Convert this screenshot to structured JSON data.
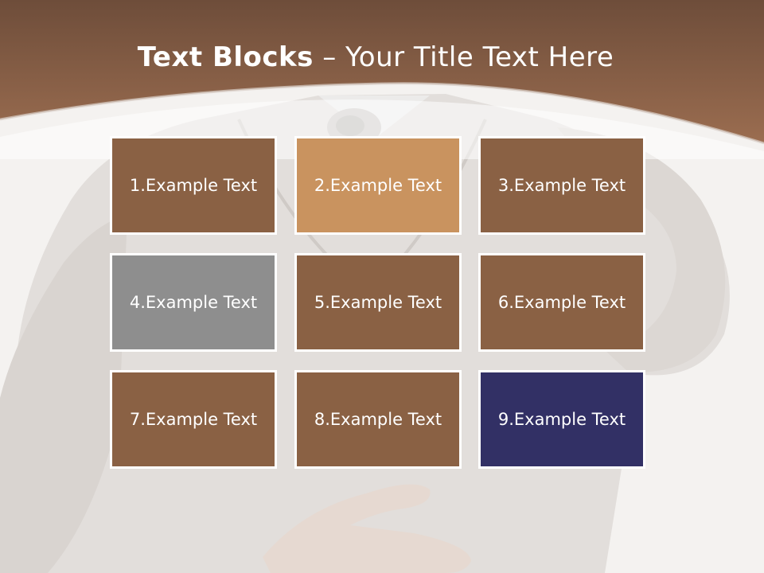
{
  "slide": {
    "title_bold": "Text Blocks",
    "title_dash": "–",
    "title_rest": "Your Title Text Here"
  },
  "colors": {
    "header_brown_top": "#6e4d3a",
    "header_brown_bottom": "#9b6d50",
    "block_brown": "#8a6144",
    "block_tan": "#c9935f",
    "block_gray": "#8e8e8e",
    "block_navy": "#323065"
  },
  "blocks": [
    {
      "label": "1.Example Text",
      "color": "#8a6144"
    },
    {
      "label": "2.Example Text",
      "color": "#c9935f"
    },
    {
      "label": "3.Example Text",
      "color": "#8a6144"
    },
    {
      "label": "4.Example Text",
      "color": "#8e8e8e"
    },
    {
      "label": "5.Example Text",
      "color": "#8a6144"
    },
    {
      "label": "6.Example Text",
      "color": "#8a6144"
    },
    {
      "label": "7.Example Text",
      "color": "#8a6144"
    },
    {
      "label": "8.Example Text",
      "color": "#8a6144"
    },
    {
      "label": "9.Example Text",
      "color": "#323065"
    }
  ]
}
